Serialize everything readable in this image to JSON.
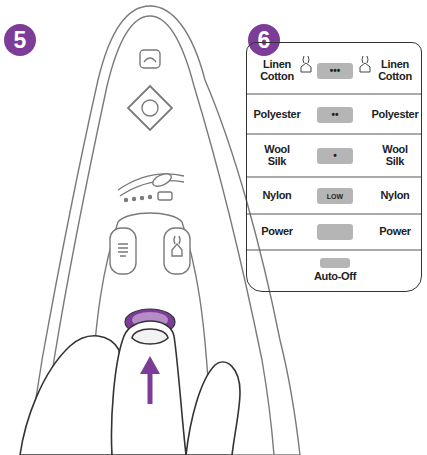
{
  "diagram": {
    "nodes": [
      {
        "text": [
          "5"
        ]
      },
      {
        "text": [
          "6"
        ]
      },
      {
        "text": [
          "Linen Cotton",
          "Linen Cotton",
          "Polyester",
          "Polyester",
          "Wool Silk",
          "Wool Silk",
          "Nylon",
          "Nylon",
          "Power",
          "Power",
          "Auto-Off"
        ]
      },
      {
        "text": [
          "•••"
        ],
        "in": 2
      },
      {
        "text": [
          "••"
        ],
        "in": 2
      },
      {
        "text": [
          "•"
        ],
        "in": 2
      },
      {
        "text": [
          "LOW"
        ],
        "in": 2
      }
    ]
  }
}
